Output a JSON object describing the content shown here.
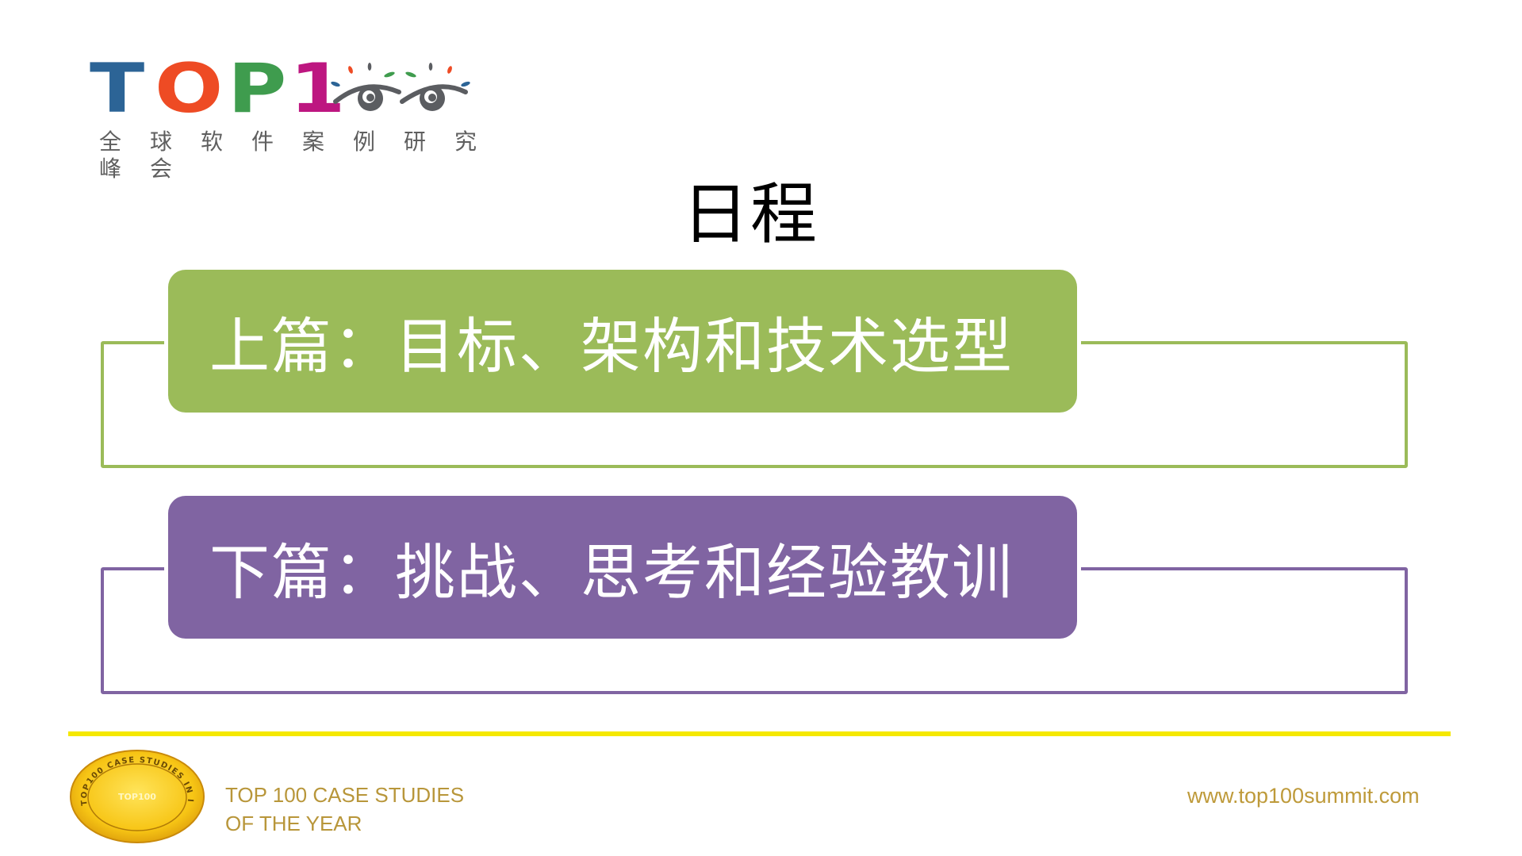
{
  "logo": {
    "letters": [
      {
        "char": "T",
        "color": "#2C6496"
      },
      {
        "char": "O",
        "color": "#EE4B24"
      },
      {
        "char": "P",
        "color": "#3F9C4E"
      },
      {
        "char": "1",
        "color": "#BD1680"
      }
    ],
    "eyes_icon": "eyes-icon",
    "eye_color": "#5B5D61",
    "subtitle_line1": "全球软件案例研究",
    "subtitle_line2": "峰会"
  },
  "slide": {
    "title": "日程",
    "sections": [
      {
        "label": "上篇：目标、架构和技术选型",
        "color": "#9BBB59"
      },
      {
        "label": "下篇：挑战、思考和经验教训",
        "color": "#8064A2"
      }
    ]
  },
  "footer": {
    "rule_color": "#F5E800",
    "medal": {
      "ring_text": "TOP100 CASE STUDIES IN IT",
      "center_text": "TOP100"
    },
    "tagline_line1": "TOP 100 CASE STUDIES",
    "tagline_line2": "OF THE YEAR",
    "url": "www.top100summit.com"
  }
}
